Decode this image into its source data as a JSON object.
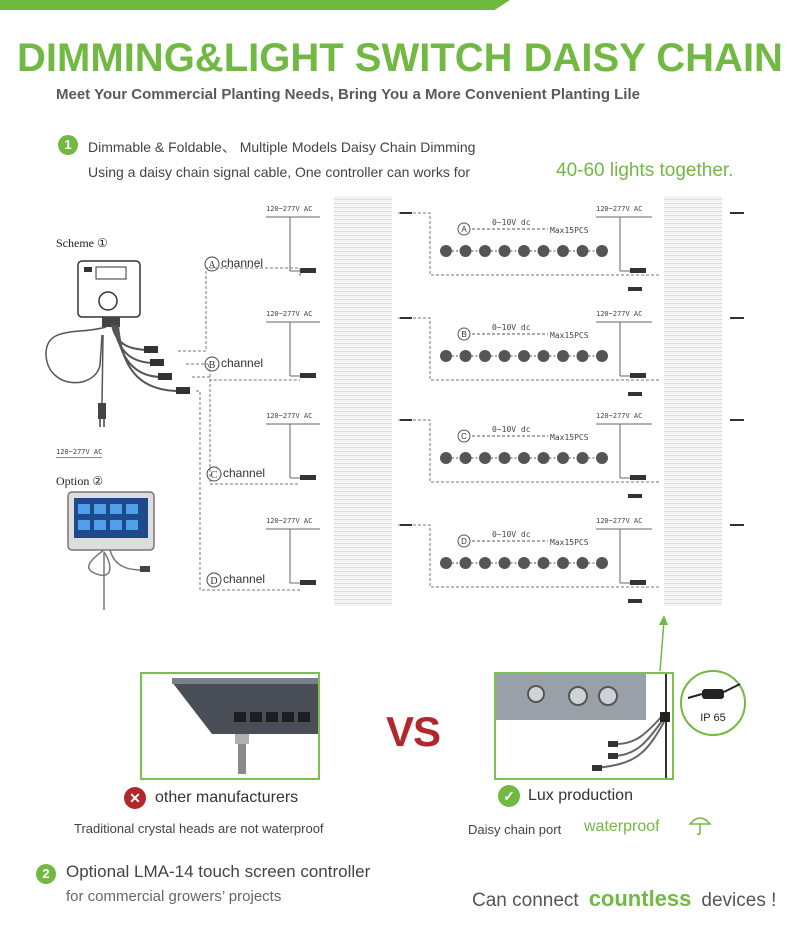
{
  "header": {
    "title": "DIMMING&LIGHT SWITCH DAISY CHAIN",
    "subtitle": "Meet Your Commercial Planting Needs, Bring You a More Convenient Planting Lile"
  },
  "section1": {
    "number": "1",
    "title": "Dimmable & Foldable、 Multiple Models Daisy Chain Dimming",
    "desc": "Using a daisy chain signal cable, One controller can works for",
    "highlight": "40-60 lights together."
  },
  "diagram": {
    "scheme_label": "Scheme ①",
    "option_label": "Option ②",
    "controller_voltage": "120~277V AC",
    "channel_word": "channel",
    "voltage_label": "120~277V AC",
    "dim_label": "0~10V dc",
    "max_label": "Max15PCS",
    "channels": [
      {
        "letter": "A"
      },
      {
        "letter": "B"
      },
      {
        "letter": "C"
      },
      {
        "letter": "D"
      }
    ]
  },
  "comparison": {
    "vs": "VS",
    "left_label": "other manufacturers",
    "left_desc": "Traditional crystal heads are not waterproof",
    "right_label": "Lux production",
    "right_desc_prefix": "Daisy chain port",
    "right_desc_highlight": "waterproof",
    "ip_label": "IP 65"
  },
  "section2": {
    "number": "2",
    "title": "Optional LMA-14 touch screen controller",
    "subtitle": "for commercial growers’ projects"
  },
  "footer": {
    "prefix": "Can connect",
    "highlight": "countless",
    "suffix": "devices !"
  },
  "colors": {
    "brand_green": "#72b944",
    "vs_red": "#b0282c",
    "box_border": "#7cc04f"
  },
  "icons": [
    "x-circle-icon",
    "check-circle-icon",
    "umbrella-icon",
    "ethernet-port-icon",
    "waterproof-connector-icon"
  ]
}
